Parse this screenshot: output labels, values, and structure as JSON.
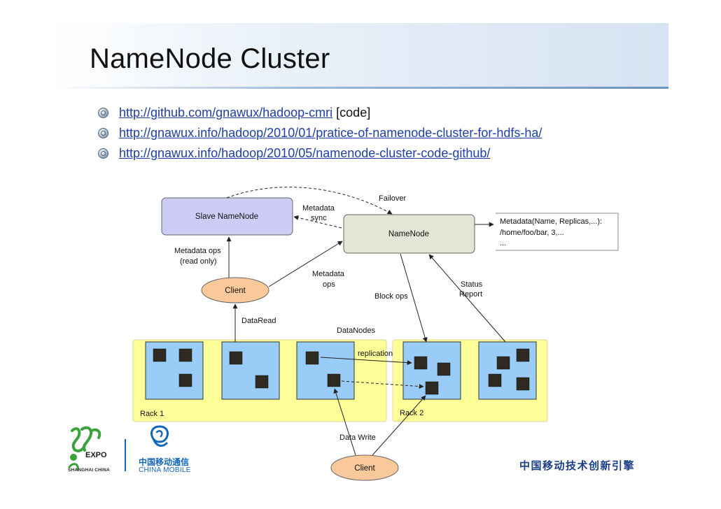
{
  "slide": {
    "title": "NameNode Cluster",
    "links": [
      {
        "url": "http://github.com/gnawux/hadoop-cmri",
        "suffix": " [code]"
      },
      {
        "url": "http://gnawux.info/hadoop/2010/01/pratice-of-namenode-cluster-for-hdfs-ha/",
        "suffix": ""
      },
      {
        "url": "http://gnawux.info/hadoop/2010/05/namenode-cluster-code-github/",
        "suffix": ""
      }
    ]
  },
  "diagram": {
    "slave_namenode": "Slave NameNode",
    "namenode": "NameNode",
    "client_top": "Client",
    "client_bottom": "Client",
    "failover": "Failover",
    "metadata_sync": [
      "Metadata",
      "sync"
    ],
    "metadata_ops_readonly": [
      "Metadata ops",
      "(read only)"
    ],
    "metadata_ops": [
      "Metadata",
      "ops"
    ],
    "block_ops": "Block ops",
    "status_report": [
      "Status",
      "Report"
    ],
    "data_read": "DataRead",
    "datanodes": "DataNodes",
    "replication": "replication",
    "rack1": "Rack 1",
    "rack2": "Rack 2",
    "data_write": "Data Write",
    "metadata_note": [
      "Metadata(Name, Replicas,...):",
      "/home/foo/bar, 3,...",
      "..."
    ],
    "colors": {
      "slave_fill": "#ccccf6",
      "namenode_fill": "#e1e6d6",
      "client_fill": "#f9c89b",
      "rack_fill": "#ffff99",
      "datanode_fill": "#99ccf7",
      "block_fill": "#2e2a22"
    }
  },
  "footer": {
    "expo": "EXPO",
    "expo_place": "SHANGHAI CHINA",
    "china_mobile_cn": "中国移动通信",
    "china_mobile_en": "CHINA MOBILE",
    "slogan": "中国移动技术创新引擎"
  }
}
